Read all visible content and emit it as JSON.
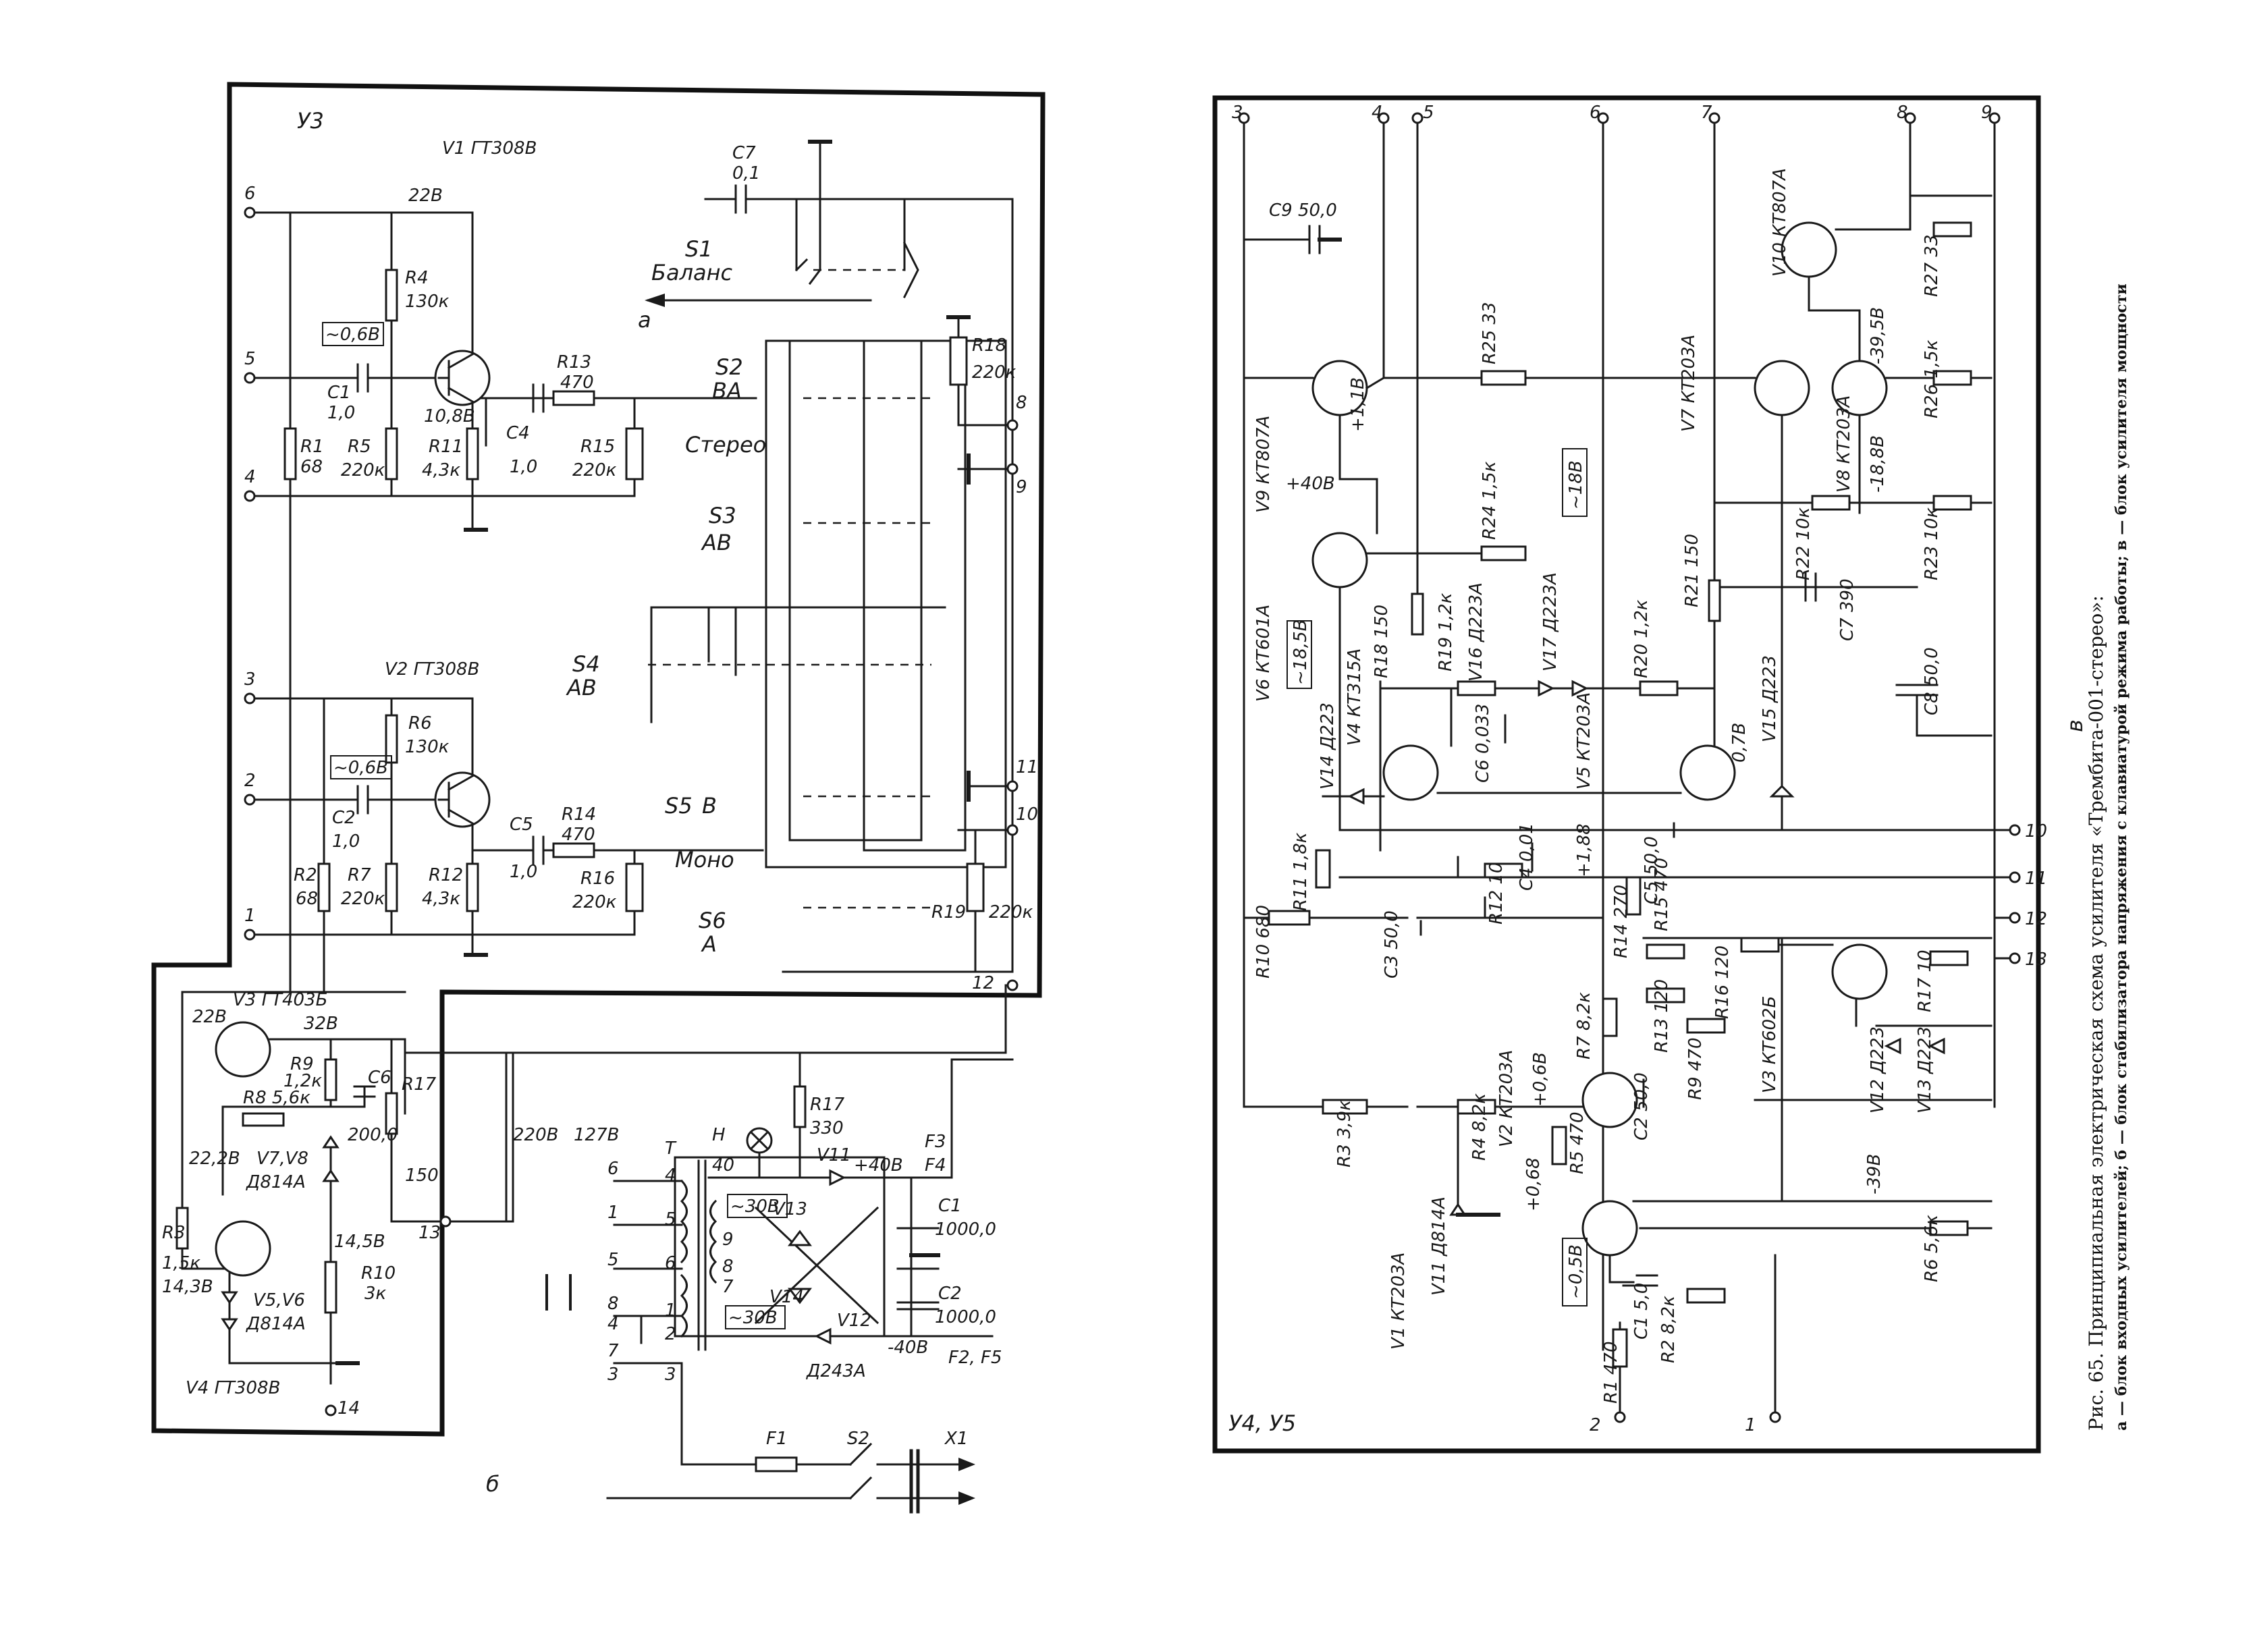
{
  "caption": {
    "title": "Рис. 65. Принципиальная электрическая схема усилителя «Трембита-001-стерео»:",
    "subtitle": "а — блок входных усилителей; б — блок стабилизатора напряжения с клавиатурой режима работы; в — блок усилителя мощности"
  },
  "panel_left": {
    "block_a_label": "У3",
    "block_b_label": "б",
    "terminals": [
      "6",
      "5",
      "4",
      "3",
      "2",
      "1",
      "8",
      "9",
      "11",
      "10",
      "12",
      "13",
      "14"
    ],
    "transistors": {
      "V1": "V1 ГТ308В",
      "V2": "V2 ГТ308В",
      "V3": "V3 ГТ403Б",
      "V4": "V4 ГТ308В"
    },
    "resistors": {
      "R1": "R1",
      "R1_val": "68",
      "R2": "R2",
      "R2_val": "68",
      "R3": "R3",
      "R3_val": "1,5к",
      "R4": "R4",
      "R4_val": "130к",
      "R5": "R5",
      "R5_val": "220к",
      "R6": "R6",
      "R6_val": "130к",
      "R7": "R7",
      "R7_val": "220к",
      "R8": "R8 5,6к",
      "R9": "R9",
      "R9_val": "1,2к",
      "R10": "R10",
      "R10_val": "3к",
      "R11": "R11",
      "R11_val": "4,3к",
      "R12": "R12",
      "R12_val": "4,3к",
      "R13": "R13",
      "R13_val": "470",
      "R14": "R14",
      "R14_val": "470",
      "R15": "R15",
      "R15_val": "220к",
      "R16": "R16",
      "R16_val": "220к",
      "R17": "R17",
      "R17_val": "150",
      "R17b": "R17",
      "R17b_val": "330",
      "R18": "R18",
      "R18_val": "220к",
      "R19": "R19",
      "R19_val": "220к"
    },
    "capacitors": {
      "C1": "C1",
      "C1_val": "1,0",
      "C2": "C2",
      "C2_val": "1,0",
      "C4": "C4",
      "C4_val": "1,0",
      "C5": "C5",
      "C5_val": "1,0",
      "C6": "C6",
      "C6_val": "200,0",
      "C7": "C7",
      "C7_val": "0,1",
      "C1b": "C1",
      "C1b_val": "1000,0",
      "C2b": "C2",
      "C2b_val": "1000,0"
    },
    "switches": {
      "S1": "S1",
      "S1_name": "Баланс",
      "S2": "S2",
      "S2_name": "ВА",
      "S3": "S3",
      "S3_name": "АВ",
      "S4": "S4",
      "S4_name": "АВ",
      "S5": "S5",
      "S5_name": "В",
      "S6": "S6",
      "S6_name": "А",
      "stereo": "Стерео",
      "mono": "Моно",
      "S2b": "S2"
    },
    "voltages": {
      "v22": "22В",
      "v06a": "~0,6В",
      "v108": "10,8В",
      "v06b": "~0,6В",
      "v22b": "22В",
      "v32": "32В",
      "v222": "22,2В",
      "v145": "14,5В",
      "v143": "14,3В",
      "v220": "220В",
      "v127": "127В",
      "v40": "+40В",
      "v40n": "-40В",
      "v30a": "~30В",
      "v30b": "~30В"
    },
    "diodes": {
      "V78": "V7,V8",
      "V78_type": "Д814А",
      "V56": "V5,V6",
      "V56_type": "Д814А",
      "V11": "V11",
      "V12": "V12",
      "V13": "V13",
      "V14": "V14",
      "bridge_type": "Д243А"
    },
    "transformer": {
      "T": "T",
      "H": "H",
      "tap40": "40",
      "pins_left": [
        "6",
        "1",
        "5",
        "8",
        "4",
        "7",
        "3"
      ],
      "pins_right": [
        "4",
        "5",
        "6",
        "1",
        "2",
        "3",
        "9",
        "8",
        "7"
      ]
    },
    "fuses": {
      "F1": "F1",
      "F3": "F3",
      "F4": "F4",
      "F25": "F2, F5",
      "X1": "X1"
    },
    "arrow_label": "а"
  },
  "panel_right": {
    "block_label": "У4, У5",
    "panel_letter": "в",
    "terminals": [
      "3",
      "4",
      "5",
      "6",
      "7",
      "8",
      "9",
      "10",
      "11",
      "12",
      "13",
      "2",
      "1"
    ],
    "transistors": {
      "V1": "V1 КТ203А",
      "V2": "V2 КТ203А",
      "V3": "V3 КТ602Б",
      "V4": "V4 КТ315А",
      "V5": "V5 КТ203А",
      "V6": "V6 КТ601А",
      "V7": "V7 КТ203А",
      "V8": "V8 КТ203А",
      "V9": "V9 КТ807А",
      "V10": "V10 КТ807А"
    },
    "resistors": {
      "R1": "R1 470",
      "R2": "R2 8,2к",
      "R3": "R3 3,9к",
      "R4": "R4 8,2к",
      "R5": "R5 470",
      "R6": "R6 5,6к",
      "R7": "R7 8,2к",
      "R9": "R9 470",
      "R10": "R10 680",
      "R11": "R11 1,8к",
      "R12": "R12 10",
      "R13": "R13 120",
      "R14": "R14 270",
      "R15": "R15 470",
      "R16": "R16 120",
      "R17": "R17 10",
      "R18": "R18 150",
      "R19": "R19 1,2к",
      "R20": "R20 1,2к",
      "R21": "R21 150",
      "R22": "R22 10к",
      "R23": "R23 10к",
      "R24": "R24 1,5к",
      "R25": "R25 33",
      "R26": "R26 1,5к",
      "R27": "R27 33"
    },
    "capacitors": {
      "C1": "C1 5,0",
      "C2": "C2 50,0",
      "C3": "C3 50,0",
      "C4": "C4 0,01",
      "C5": "C5 50,0",
      "C6": "C6 0,033",
      "C7": "C7 390",
      "C8": "C8 50,0",
      "C9": "C9 50,0"
    },
    "diodes": {
      "V11": "V11 Д814А",
      "V12": "V12 Д223",
      "V13": "V13 Д223",
      "V14": "V14 Д223",
      "V15": "V15 Д223",
      "V16": "V16 Д223А",
      "V17": "V17 Д223А"
    },
    "voltages": {
      "p40": "+40В",
      "p11": "+1,1В",
      "m185": "~18,5В",
      "m18": "~18В",
      "p188": "+1,88",
      "p07": "0,7В",
      "m395": "-39,5В",
      "m188": "-18,8В",
      "m39": "-39В",
      "p06": "+0,6В",
      "p068": "+0,68",
      "m05": "~0,5В"
    }
  }
}
